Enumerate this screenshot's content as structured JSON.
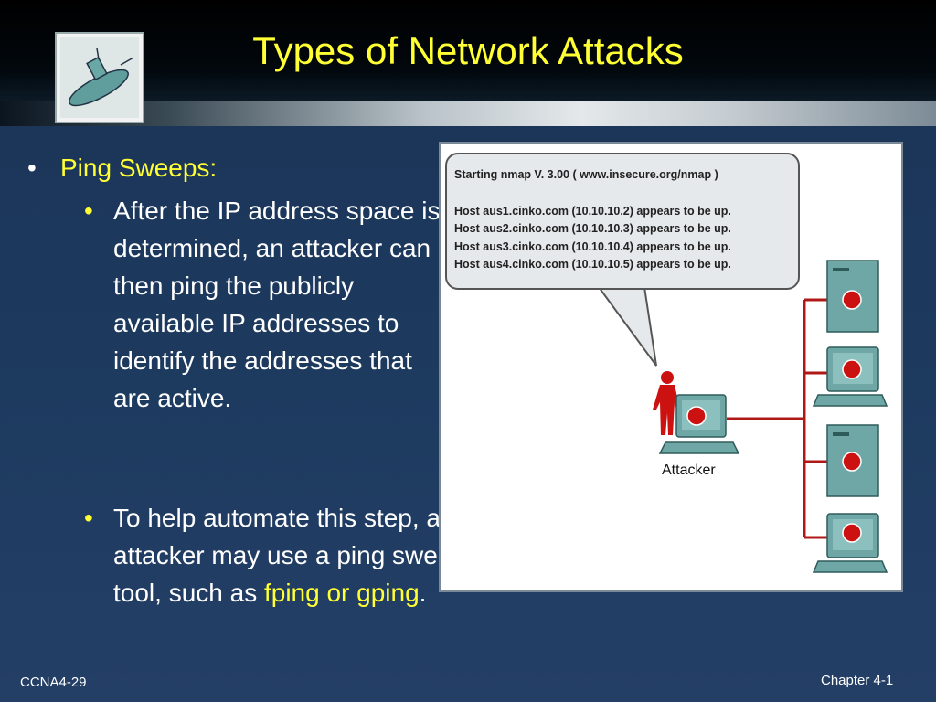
{
  "slide": {
    "title": "Types of Network Attacks",
    "bullet": "Ping Sweeps:",
    "sub1": "After the IP address space is determined, an attacker can then ping the publicly available IP addresses to identify the addresses that are active.",
    "sub2_prefix": "To help automate this step, an attacker may use a ping sweep tool, such as ",
    "sub2_highlight": "fping or gping",
    "sub2_suffix": "."
  },
  "figure": {
    "nmap_header": "Starting nmap V. 3.00 ( www.insecure.org/nmap )",
    "hosts": [
      "Host aus1.cinko.com (10.10.10.2) appears to be up.",
      "Host aus2.cinko.com (10.10.10.3) appears to be up.",
      "Host aus3.cinko.com (10.10.10.4) appears to be up.",
      "Host aus4.cinko.com (10.10.10.5) appears to be up."
    ],
    "attacker_label": "Attacker"
  },
  "footer": {
    "left": "CCNA4-29",
    "right": "Chapter 4-1"
  },
  "colors": {
    "accent_yellow": "#ffff33",
    "background": "#1d3a5f",
    "attack_red": "#cc1111",
    "device_teal": "#5f9ea0"
  },
  "icons": [
    "submarine-icon",
    "attacker-person-icon",
    "workstation-icon",
    "server-icon"
  ]
}
